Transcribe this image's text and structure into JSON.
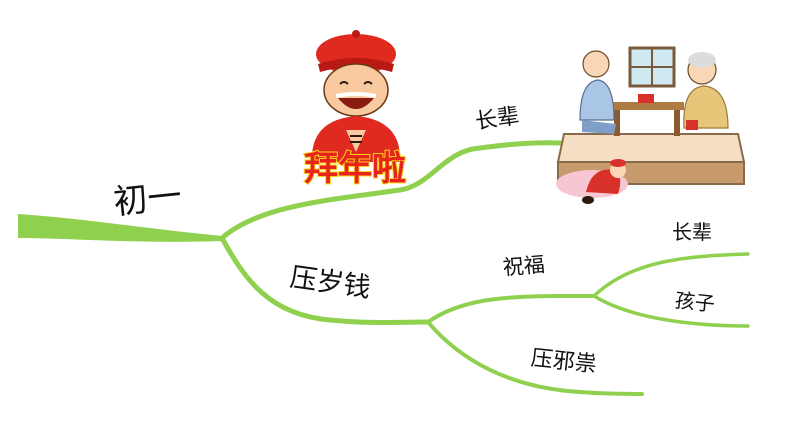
{
  "mindmap": {
    "root": "初一",
    "branch_top": "长辈",
    "branch_bottom": "压岁钱",
    "sub_blessing": "祝福",
    "sub_blessing_a": "长辈",
    "sub_blessing_b": "孩子",
    "sub_evil": "压邪祟"
  },
  "stamp_text": "拜年啦",
  "colors": {
    "branch": "#8fd14f",
    "stamp_text": "#e8231b",
    "stamp_outline": "#f7d21a",
    "hat": "#e02a1f"
  }
}
